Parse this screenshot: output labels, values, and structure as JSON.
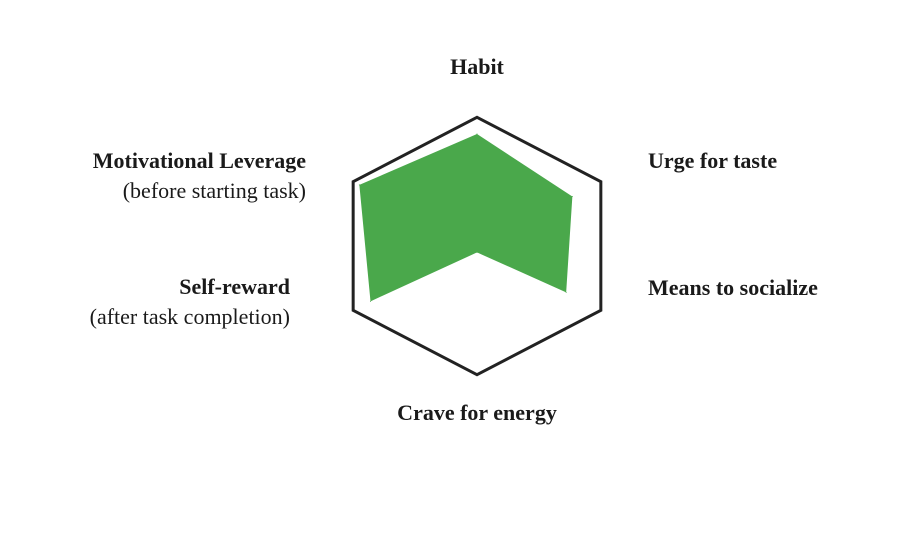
{
  "chart_data": {
    "type": "radar",
    "title": "",
    "axes": [
      {
        "main": "Habit",
        "sub": ""
      },
      {
        "main": "Urge for taste",
        "sub": ""
      },
      {
        "main": "Means to socialize",
        "sub": ""
      },
      {
        "main": "Crave for energy",
        "sub": ""
      },
      {
        "main": "Self-reward",
        "sub": "(after task completion)"
      },
      {
        "main": "Motivational Leverage",
        "sub": "(before starting task)"
      }
    ],
    "values": [
      0.87,
      0.77,
      0.72,
      0.05,
      0.86,
      0.95
    ],
    "range": [
      0,
      1
    ],
    "grid": "outer-hexagon-only",
    "colors": {
      "fill": "#4aa84b",
      "outline": "#222222"
    }
  }
}
